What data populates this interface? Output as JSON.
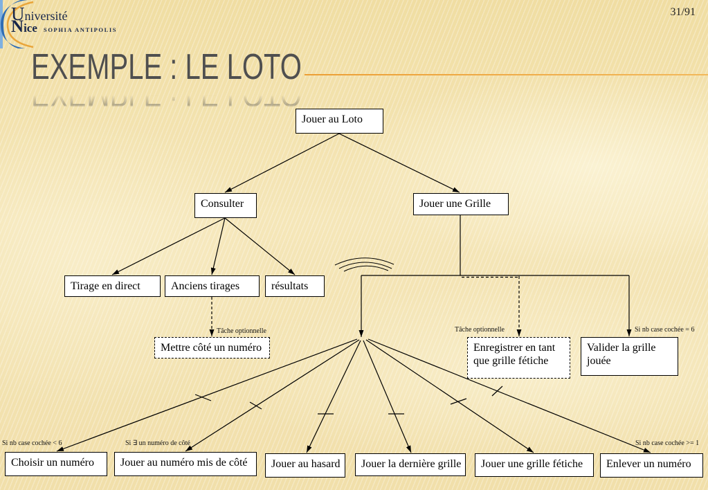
{
  "slide": {
    "page_number": "31/91",
    "title": "EXEMPLE : LE LOTO"
  },
  "logo": {
    "university": "Université",
    "city": "Nice",
    "campus": "SOPHIA ANTIPOLIS",
    "emblem_icon": "university-emblem"
  },
  "task_tree": {
    "root": {
      "label": "Jouer au Loto"
    },
    "consult": {
      "label": "Consulter"
    },
    "live_draw": {
      "label": "Tirage en direct"
    },
    "past_draws": {
      "label": "Anciens tirages"
    },
    "results": {
      "label": "résultats"
    },
    "set_aside_number": {
      "label": "Mettre côté un numéro",
      "note": "Tâche optionnelle"
    },
    "play_grid": {
      "label": "Jouer une Grille"
    },
    "save_favorite": {
      "label": "Enregistrer en tant que grille fétiche",
      "note": "Tâche optionnelle"
    },
    "validate_grid": {
      "label": "Valider la grille jouée",
      "condition": "Si nb case cochée = 6"
    },
    "choose_number": {
      "label": "Choisir un numéro",
      "condition": "Si nb case cochée < 6"
    },
    "play_set_aside": {
      "label": "Jouer au numéro mis de côté",
      "condition": "Si ∃ un numéro de côté"
    },
    "play_random": {
      "label": "Jouer au hasard"
    },
    "play_last_grid": {
      "label": "Jouer la dernière grille"
    },
    "play_favorite_grid": {
      "label": "Jouer une grille fétiche"
    },
    "remove_number": {
      "label": "Enlever un numéro",
      "condition": "Si nb case cochée >= 1"
    }
  },
  "colors": {
    "accent": "#ec9e34",
    "title": "#4f4f4f",
    "logo_blue": "#2f6db5",
    "logo_gold": "#e9a53a",
    "logo_text": "#17264a"
  }
}
